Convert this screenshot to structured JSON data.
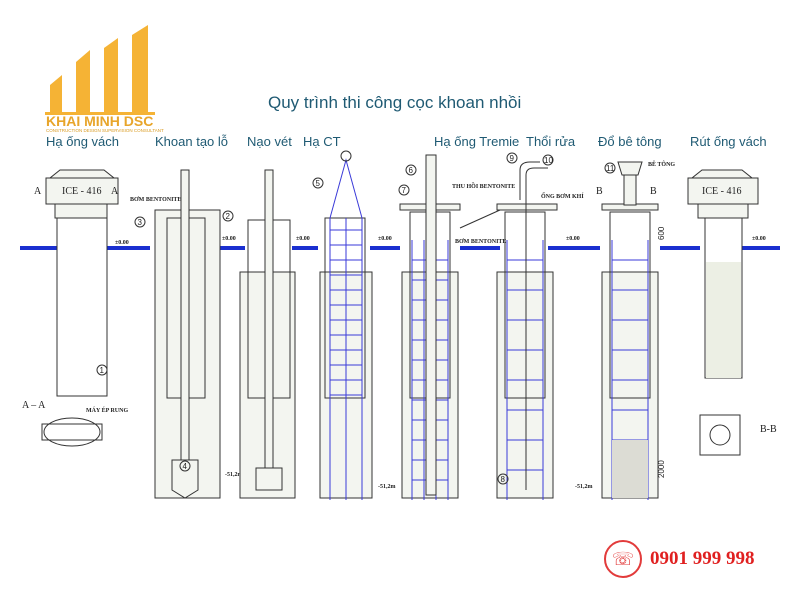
{
  "logo": {
    "name": "KHAI MINH DSC",
    "tagline": "CONSTRUCTION DESIGN SUPERVISION CONSULTANT",
    "color": "#f5b335"
  },
  "title": "Quy trình thi công cọc khoan nhồi",
  "steps": [
    "Hạ ống vách",
    "Khoan tạo lỗ",
    "Nạo vét",
    "Hạ CT",
    "Hạ ống Tremie",
    "Thổi rửa",
    "Đổ bê tông",
    "Rút ống vách"
  ],
  "annotations": {
    "machine": "ICE - 416",
    "bentonite_pump": "BƠM BENTONITE",
    "bentonite_recover": "THU HỒI BENTONITE",
    "air_pipe": "ỐNG BƠM KHÍ",
    "concrete": "BÊ TÔNG",
    "vibro": "MÁY ÉP RUNG",
    "section_aa": "A – A",
    "section_bb": "B-B",
    "sec_a": "A",
    "sec_b": "B",
    "level_zero": "±0.00",
    "depth": "-51,2m",
    "dim_600": "600",
    "dim_2000": "2000",
    "markers": [
      "1",
      "2",
      "3",
      "4",
      "5",
      "6",
      "7",
      "8",
      "9",
      "10",
      "11"
    ]
  },
  "contact": {
    "phone": "0901 999 998",
    "icon": "phone-icon",
    "color": "#e02020"
  },
  "colors": {
    "title": "#1f5a73",
    "ground": "#1a2fd0",
    "cage": "#3a3ad8"
  }
}
